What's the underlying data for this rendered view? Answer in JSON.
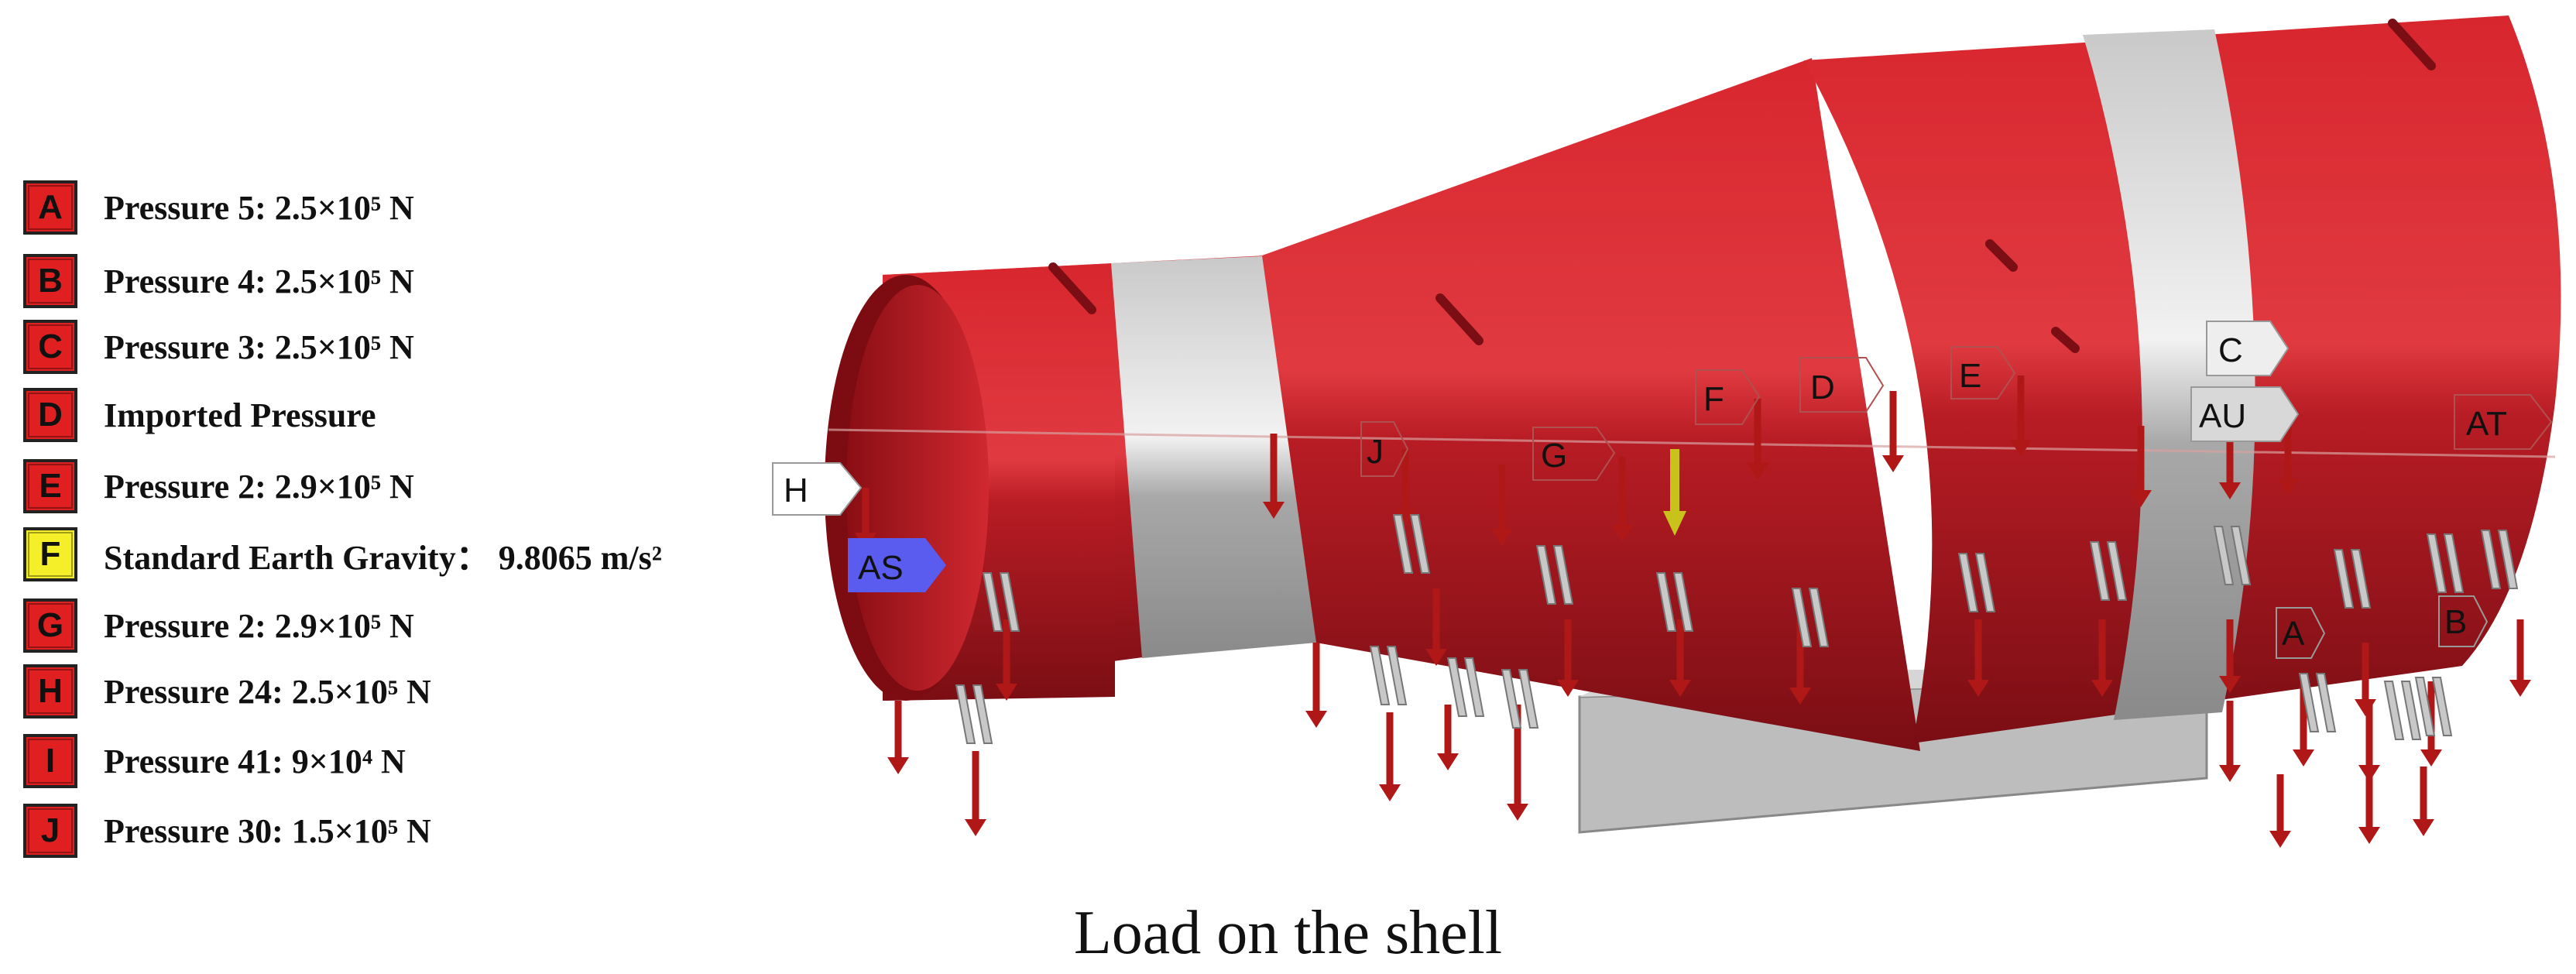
{
  "legend": [
    {
      "letter": "A",
      "text": "Pressure 5: 2.5×10⁵ N",
      "color": "#e02020"
    },
    {
      "letter": "B",
      "text": "Pressure 4: 2.5×10⁵ N",
      "color": "#e02020"
    },
    {
      "letter": "C",
      "text": "Pressure 3: 2.5×10⁵ N",
      "color": "#e02020"
    },
    {
      "letter": "D",
      "text": "Imported Pressure",
      "color": "#e02020"
    },
    {
      "letter": "E",
      "text": "Pressure 2: 2.9×10⁵ N",
      "color": "#e02020"
    },
    {
      "letter": "F",
      "text": "Standard Earth Gravity： 9.8065 m/s²",
      "color": "#f5ef2a"
    },
    {
      "letter": "G",
      "text": "Pressure 2: 2.9×10⁵ N",
      "color": "#e02020"
    },
    {
      "letter": "H",
      "text": "Pressure 24: 2.5×10⁵ N",
      "color": "#e02020"
    },
    {
      "letter": "I",
      "text": "Pressure 41: 9×10⁴ N",
      "color": "#e02020"
    },
    {
      "letter": "J",
      "text": "Pressure 30: 1.5×10⁵ N",
      "color": "#e02020"
    }
  ],
  "scene_labels": {
    "h": "H",
    "as": "AS",
    "j": "J",
    "g": "G",
    "f": "F",
    "d": "D",
    "e": "E",
    "c": "C",
    "au": "AU",
    "at": "AT",
    "a": "A",
    "b": "B"
  },
  "caption": "Load on the shell",
  "colors": {
    "shell_red": "#c8202a",
    "band_gray": "#b9b9b9",
    "arrow": "#b01818",
    "gravity_arrow": "#c8c21a",
    "as_tag": "#5a5cf0"
  }
}
